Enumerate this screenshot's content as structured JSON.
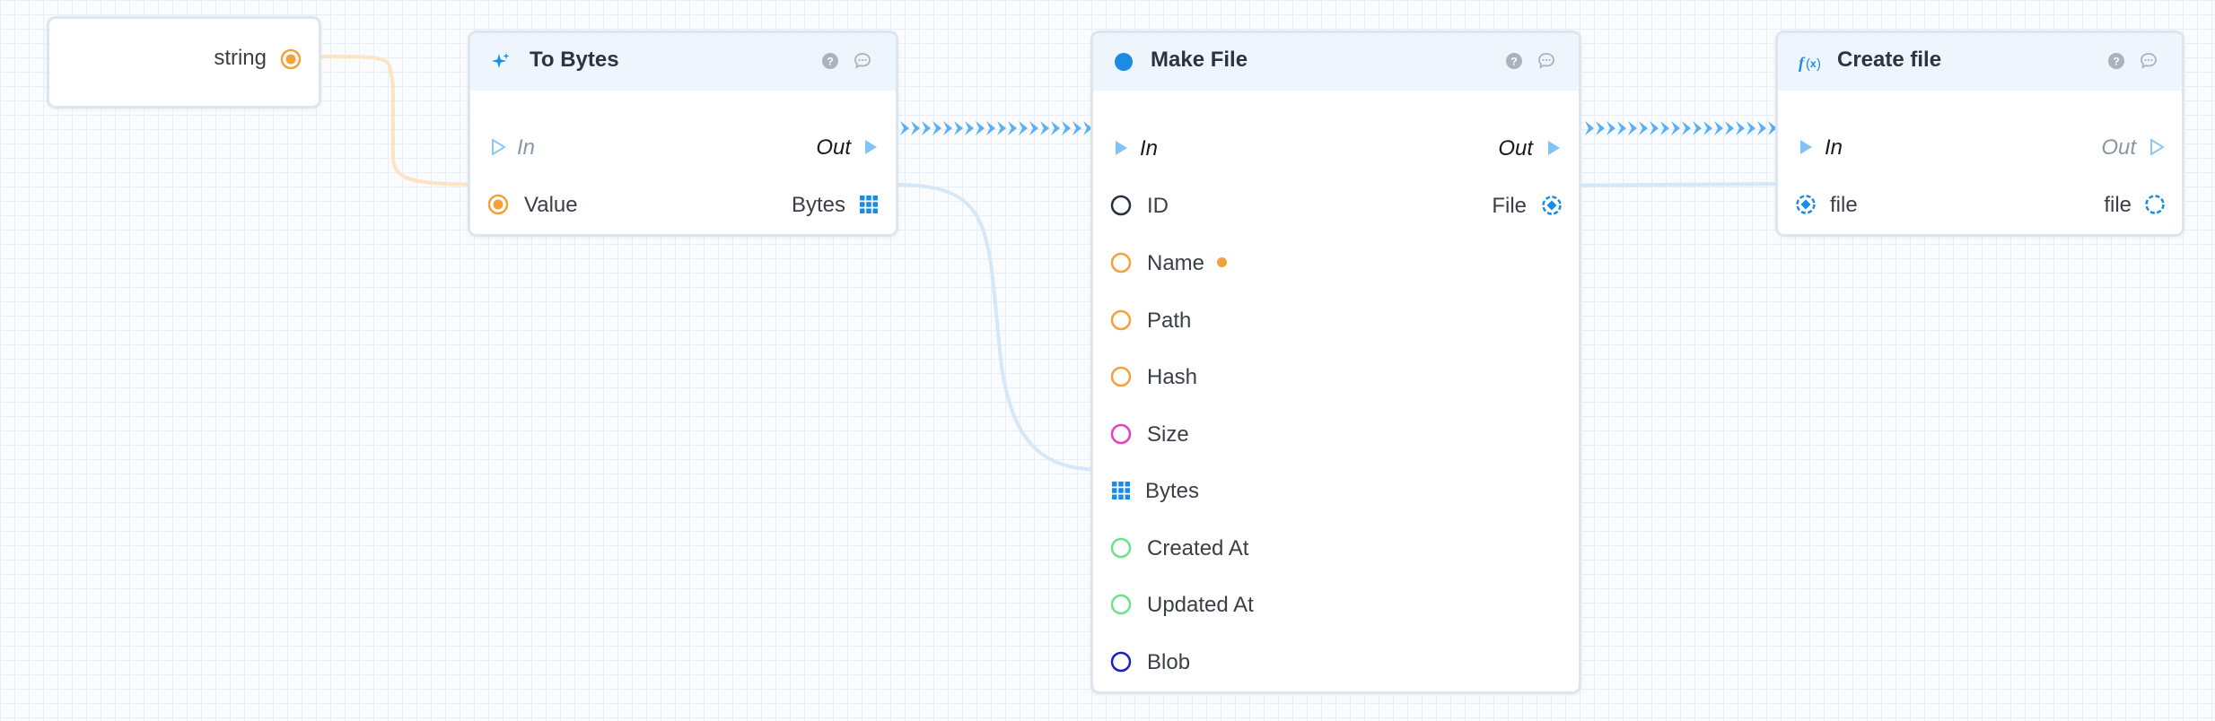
{
  "nodes": {
    "string_node": {
      "output_label": "string"
    },
    "to_bytes": {
      "title": "To Bytes",
      "icon": "sparkle-icon",
      "rows": {
        "in": "In",
        "out": "Out",
        "value": "Value",
        "bytes": "Bytes"
      }
    },
    "make_file": {
      "title": "Make File",
      "icon": "blue-dot-icon",
      "rows": {
        "in": "In",
        "out": "Out",
        "id": "ID",
        "file": "File",
        "name": "Name",
        "path": "Path",
        "hash": "Hash",
        "size": "Size",
        "bytes": "Bytes",
        "created_at": "Created At",
        "updated_at": "Updated At",
        "blob": "Blob"
      }
    },
    "create_file": {
      "title": "Create file",
      "icon": "function-icon",
      "rows": {
        "in": "In",
        "out": "Out",
        "file_in": "file",
        "file_out": "file"
      }
    }
  },
  "colors": {
    "string_pin": "#f2a23a",
    "struct_pin": "#1a8ce6",
    "exec_pin": "#7fc3f7",
    "datetime_pin": "#6fe08b",
    "integer_pin": "#e23fc4",
    "blob_pin": "#1a1fc2",
    "id_pin": "#243141"
  }
}
